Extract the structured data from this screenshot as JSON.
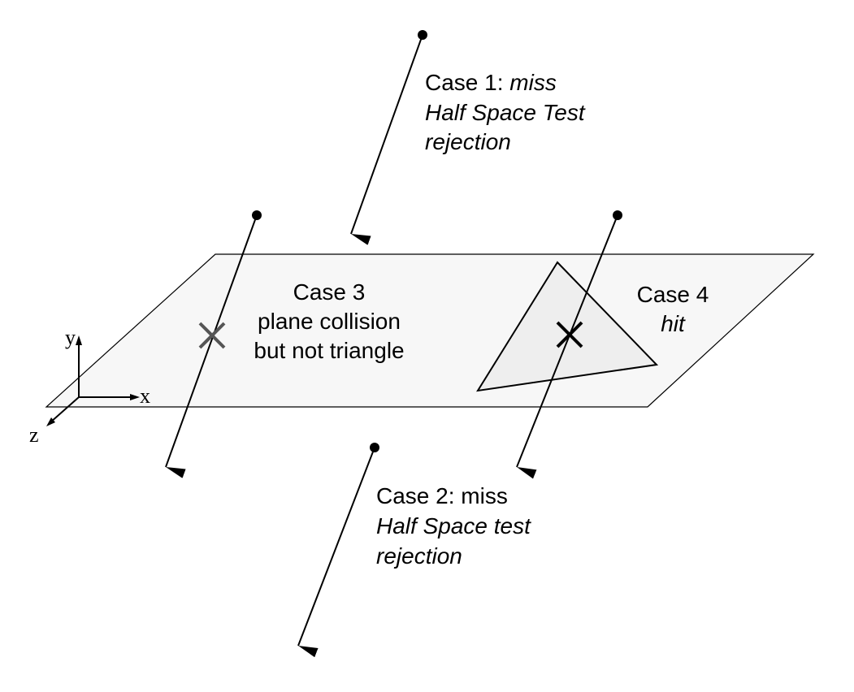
{
  "colors": {
    "plane_fill": "#f7f7f7",
    "plane_stroke": "#000000",
    "triangle_fill": "#eeeeee",
    "ray": "#000000",
    "hit_mark": "#000000",
    "miss_mark": "#555555"
  },
  "axes": {
    "x": "x",
    "y": "y",
    "z": "z"
  },
  "labels": {
    "case1": {
      "title": "Case 1: ",
      "result": "miss",
      "line2": "Half Space Test",
      "line3": "rejection"
    },
    "case2": {
      "line1": "Case 2: miss",
      "line2": "Half Space test",
      "line3": "rejection"
    },
    "case3": {
      "line1": "Case 3",
      "line2": "plane collision",
      "line3": "but not triangle"
    },
    "case4": {
      "line1": "Case 4",
      "line2": "hit"
    }
  }
}
